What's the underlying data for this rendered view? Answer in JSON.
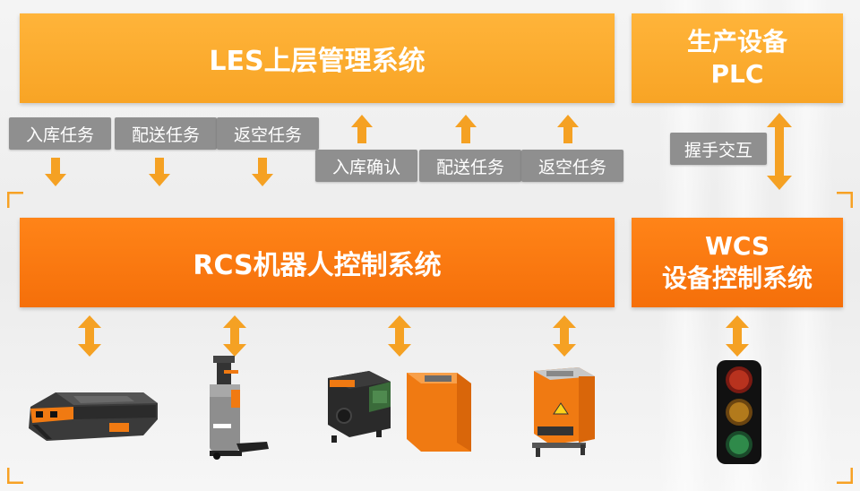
{
  "top": {
    "les_title": "LES上层管理系统",
    "plc_line1": "生产设备",
    "plc_line2": "PLC"
  },
  "down_tags": [
    "入库任务",
    "配送任务",
    "返空任务"
  ],
  "up_tags": [
    "入库确认",
    "配送任务",
    "返空任务"
  ],
  "handshake_tag": "握手交互",
  "middle": {
    "rcs_title": "RCS机器人控制系统",
    "wcs_line1": "WCS",
    "wcs_line2": "设备控制系统"
  },
  "colors": {
    "light_orange": "#f8a425",
    "dark_orange": "#f56f0a",
    "tag_gray": "#8f8f8f"
  },
  "devices": [
    "agv-robot",
    "forklift-robot",
    "black-terminal-box",
    "orange-cabinet-box",
    "orange-station-box",
    "traffic-light"
  ]
}
